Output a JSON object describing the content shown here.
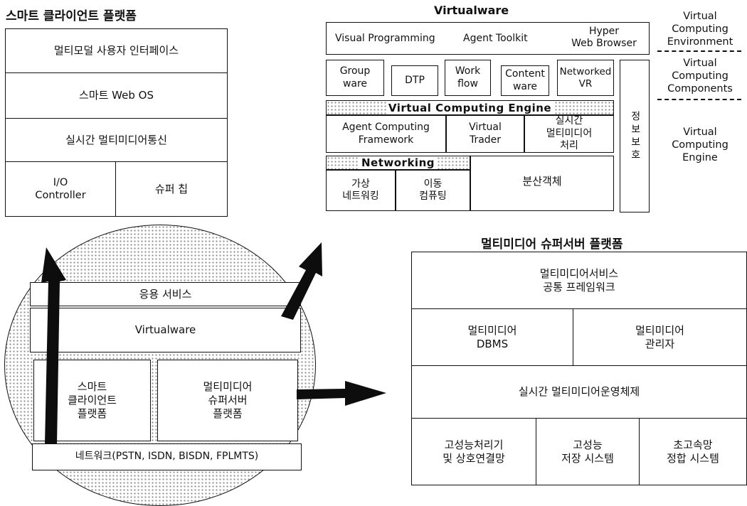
{
  "colors": {
    "line": "#111111",
    "arrow": "#0d0d0d",
    "dot_pattern": "#8a8a8a",
    "background": "#ffffff"
  },
  "client_platform": {
    "title": "스마트 클라이언트 플랫폼",
    "layers": [
      "멀티모덜 사용자 인터페이스",
      "스마트 Web OS",
      "실시간 멀티미디어통신"
    ],
    "bottom_left": "I/O\nController",
    "bottom_right": "슈퍼 칩"
  },
  "virtualware": {
    "title": "Virtualware",
    "env_row": {
      "visual_programming": "Visual Programming",
      "agent_toolkit": "Agent Toolkit",
      "hyper_web_browser": "Hyper\nWeb Browser"
    },
    "components": [
      "Group\nware",
      "DTP",
      "Work\nflow",
      "Content\nware",
      "Networked\nVR"
    ],
    "engine_label": "Virtual Computing Engine",
    "engine_row": [
      "Agent Computing\nFramework",
      "Virtual\nTrader",
      "실시간\n멀티미디어\n처리"
    ],
    "networking_label": "Networking",
    "networking_items": [
      "가상\n네트워킹",
      "이동\n컴퓨팅"
    ],
    "distributed_object": "분산객체",
    "security": "정보보호",
    "side_labels": {
      "environment": "Virtual\nComputing\nEnvironment",
      "components": "Virtual\nComputing\nComponents",
      "engine": "Virtual\nComputing\nEngine"
    }
  },
  "overview": {
    "app_service": "응용 서비스",
    "virtualware": "Virtualware",
    "client": "스마트\n클라이언트\n플랫폼",
    "server": "멀티미디어\n슈퍼서버\n플랫폼",
    "network": "네트워크(PSTN, ISDN, BISDN, FPLMTS)"
  },
  "server_platform": {
    "title": "멀티미디어 슈퍼서버 플랫폼",
    "framework": "멀티미디어서비스\n공통 프레임워크",
    "dbms": "멀티미디어\nDBMS",
    "manager": "멀티미디어\n관리자",
    "os": "실시간 멀티미디어운영체제",
    "bottom": [
      "고성능처리기\n및 상호연결망",
      "고성능\n저장 시스템",
      "초고속망\n정합 시스템"
    ]
  }
}
